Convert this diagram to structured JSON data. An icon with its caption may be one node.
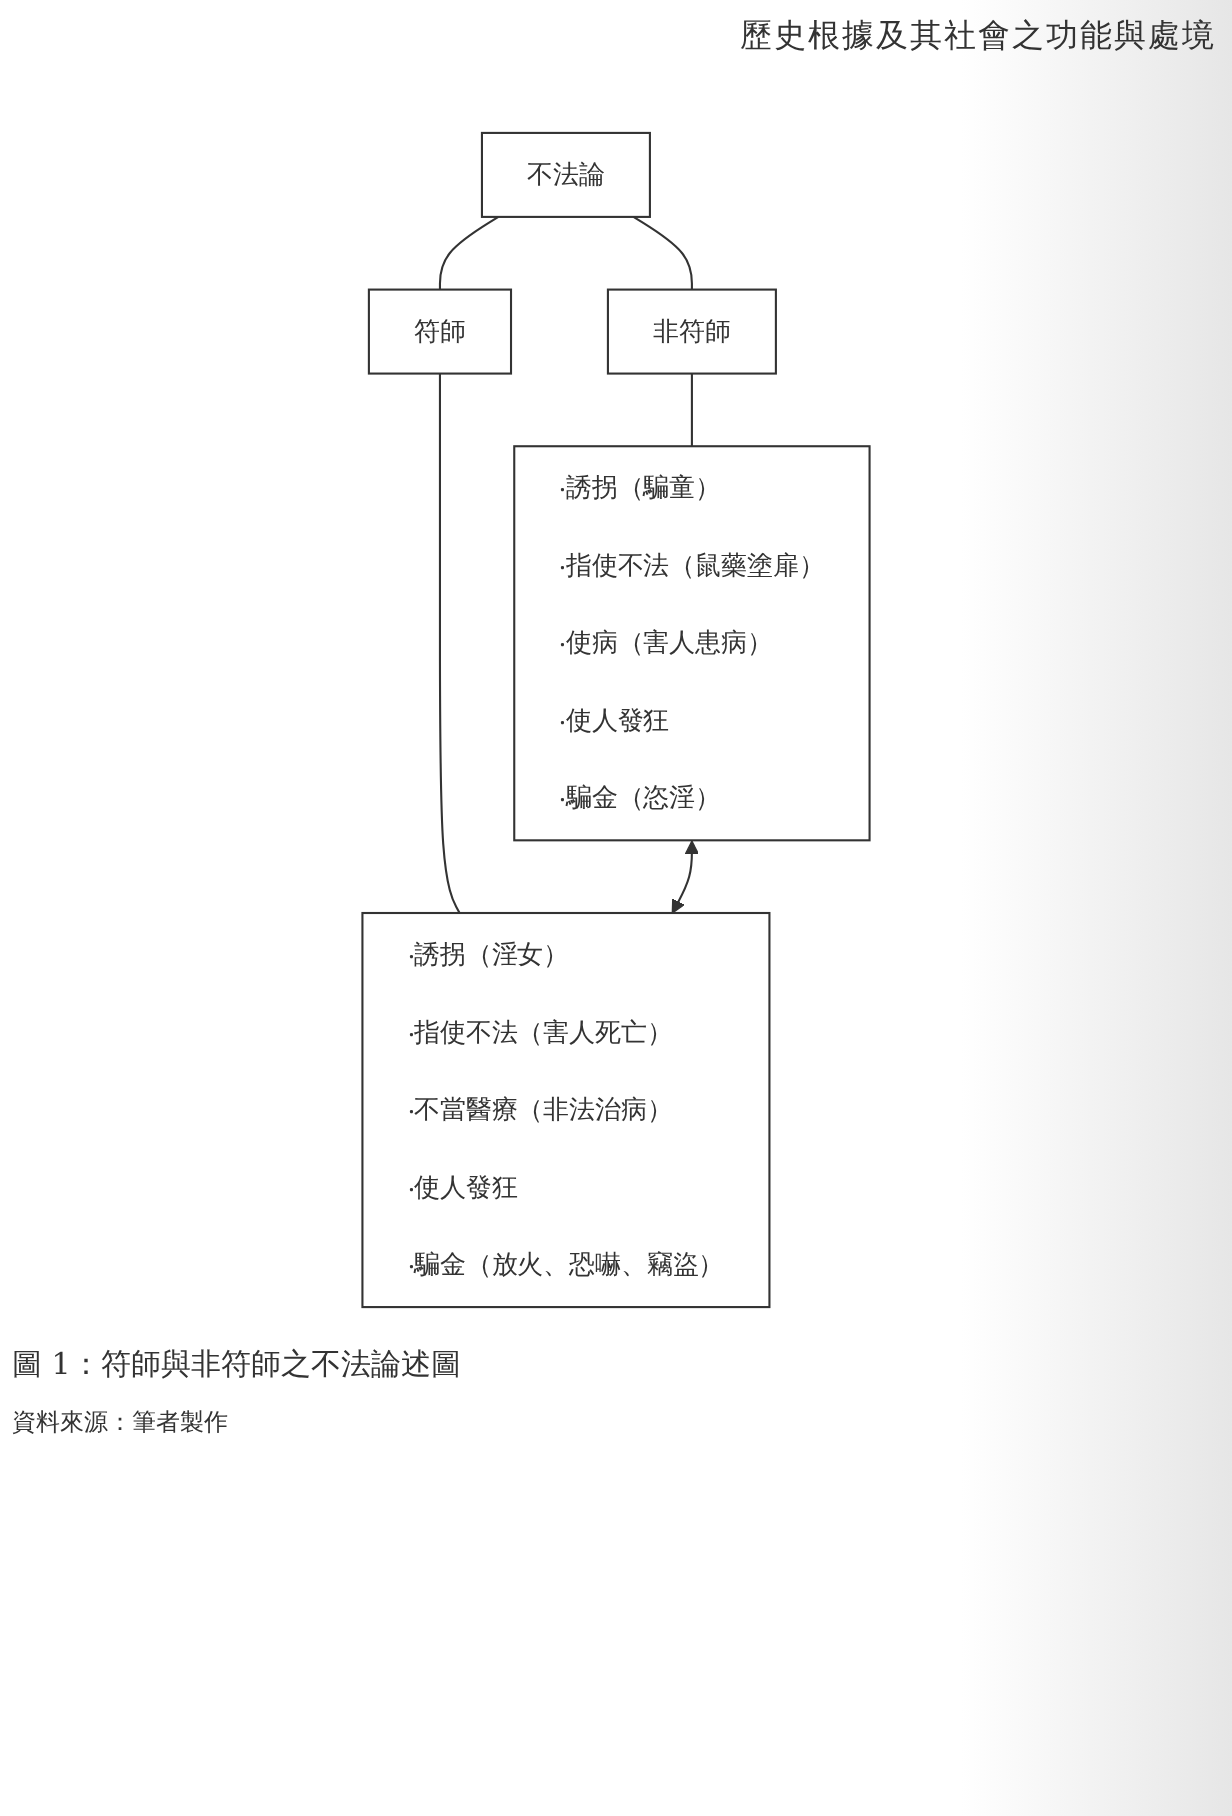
{
  "diagram": {
    "caption": "圖 1：符師與非符師之不法論述圖",
    "nodes": [
      {
        "text": [
          "不法論"
        ]
      },
      {
        "text": [
          "符師"
        ]
      },
      {
        "text": [
          "非符師"
        ]
      },
      {
        "text": [
          "‧誘拐（淫女）",
          "‧指使不法（害人死亡）",
          "‧不當醫療（非法治病）",
          "‧使人發狂",
          "‧騙金（放火、恐嚇、竊盜）"
        ]
      },
      {
        "text": [
          "‧誘拐（騙童）",
          "‧指使不法（鼠藥塗扉）",
          "‧使病（害人患病）",
          "‧使人發狂",
          "‧騙金（恣淫）"
        ]
      }
    ],
    "edges": [
      {
        "from": 0,
        "to": 1,
        "arrow": "none"
      },
      {
        "from": 0,
        "to": 2,
        "arrow": "none"
      },
      {
        "from": 1,
        "to": 3,
        "arrow": "none"
      },
      {
        "from": 2,
        "to": 4,
        "arrow": "none"
      },
      {
        "from": 3,
        "to": 4,
        "arrow": "both"
      }
    ],
    "labels": [
      "歷史根據及其社會之功能與處境",
      "資料來源：筆者製作"
    ]
  }
}
